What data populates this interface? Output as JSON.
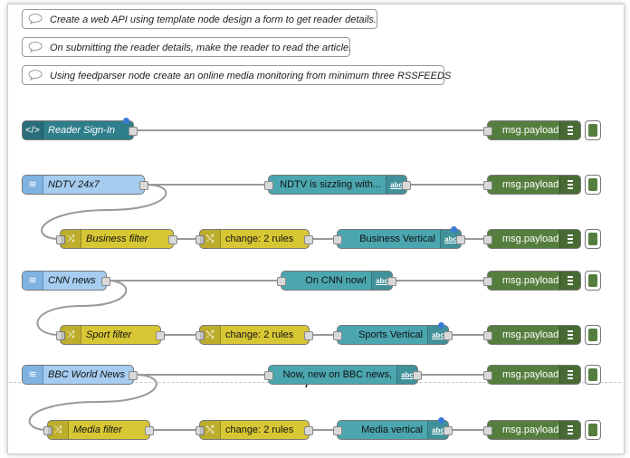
{
  "comments": [
    "Create a web API using template node design a form to get reader details.",
    "On submitting the reader details, make the reader to read the article.",
    "Using feedparser node create an online media monitoring from minimum three RSSFEEDS"
  ],
  "nodes": {
    "reader_signin": "Reader Sign-In",
    "ndtv": "NDTV 24x7",
    "ndtv_template": "NDTV is sizzling with...",
    "business_filter": "Business filter",
    "change1": "change: 2 rules",
    "business_vertical": "Business Vertical",
    "cnn": "CNN news",
    "cnn_template": "On CNN now!",
    "sport_filter": "Sport filter",
    "change2": "change: 2 rules",
    "sports_vertical": "Sports Vertical",
    "bbc": "BBC World News",
    "bbc_template": "Now, new on BBC news,",
    "media_filter": "Media filter",
    "change3": "change: 2 rules",
    "media_vertical": "Media vertical"
  },
  "debug_label": "msg.payload",
  "template_icon_text": "abc",
  "colors": {
    "template_dark": "#2e7e8c",
    "template": "#4ba6b0",
    "inject": "#a6cdf0",
    "function": "#d8c734",
    "debug": "#557e3e",
    "changed_dot": "#3a7bd5"
  }
}
